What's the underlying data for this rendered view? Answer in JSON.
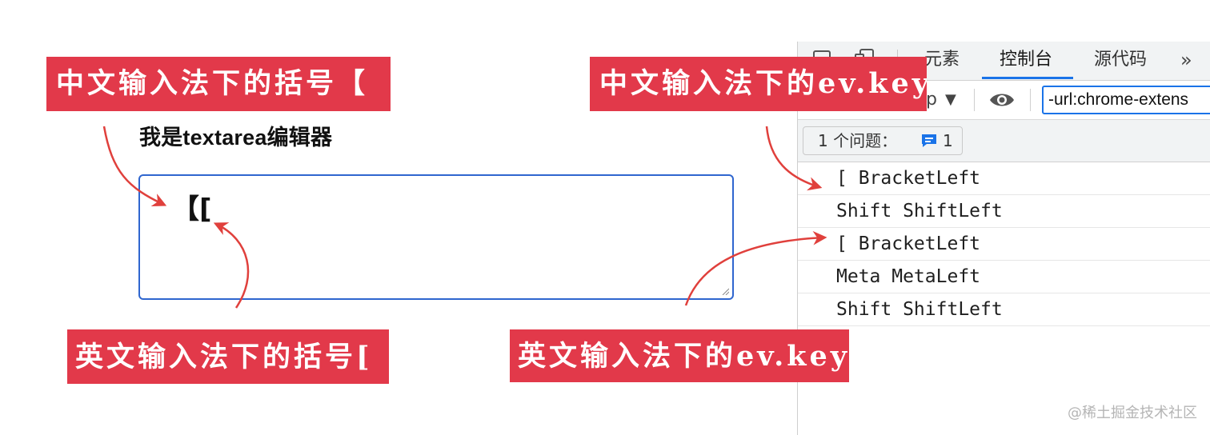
{
  "demo": {
    "title": "我是textarea编辑器",
    "textarea_value": "【["
  },
  "annotations": {
    "cn_bracket": "中文输入法下的括号【",
    "cn_evkey": "中文输入法下的ev.key",
    "en_bracket": "英文输入法下的括号[",
    "en_evkey": "英文输入法下的ev.key",
    "color": "#e2394a",
    "arrow_color": "#e0403c"
  },
  "devtools": {
    "tabs": [
      {
        "label": "元素"
      },
      {
        "label": "控制台",
        "active": true
      },
      {
        "label": "源代码"
      }
    ],
    "more_tabs": "»",
    "context_partial": "p",
    "context_dropdown": "▼",
    "filter_value": "-url:chrome-extens",
    "issues_label": "1 个问题：",
    "issues_count": "1",
    "log_rows": [
      {
        "text": "[ BracketLeft"
      },
      {
        "text": "Shift ShiftLeft"
      },
      {
        "text": "[ BracketLeft"
      },
      {
        "text": "Meta MetaLeft"
      },
      {
        "text": "Shift ShiftLeft"
      }
    ],
    "accent_color": "#1a73e8"
  },
  "watermark": "@稀土掘金技术社区"
}
